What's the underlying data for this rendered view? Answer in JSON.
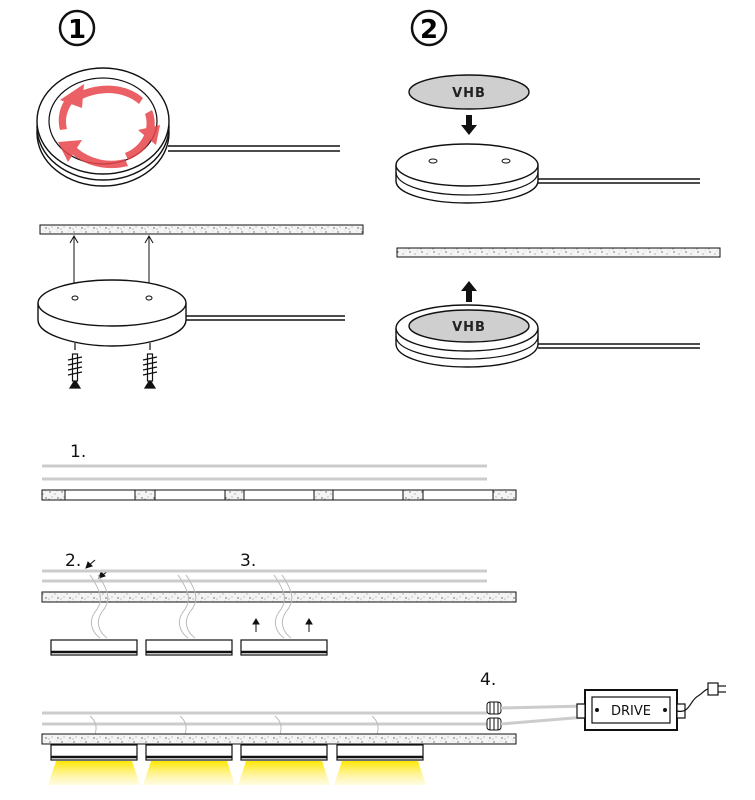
{
  "steps": {
    "step1_number": "1",
    "step2_number": "2"
  },
  "labels": {
    "vhb_top": "VHB",
    "vhb_bottom": "VHB",
    "sub1": "1.",
    "sub2": "2.",
    "sub3": "3.",
    "sub4": "4.",
    "drive": "DRIVE"
  },
  "colors": {
    "arrow_red": "#e8454a",
    "tape_grey": "#cfcfcf",
    "light_yellow": "#ffe600",
    "stroke": "#111111"
  }
}
